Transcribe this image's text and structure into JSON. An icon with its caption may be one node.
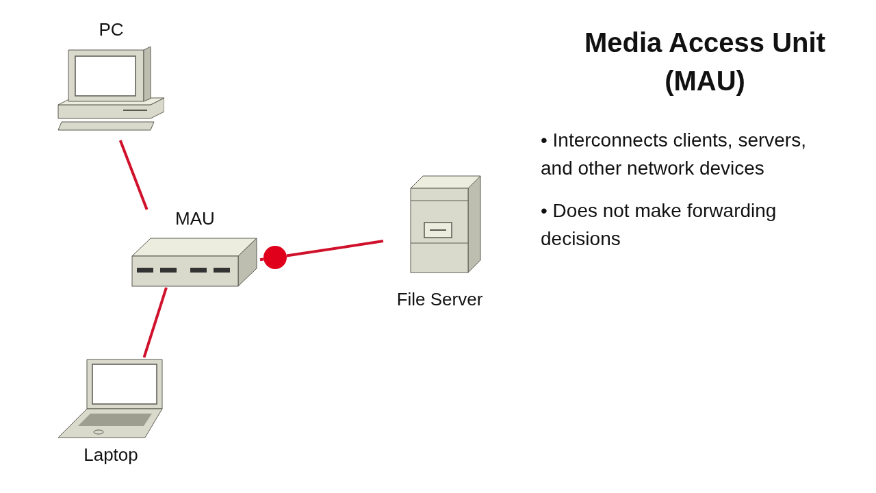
{
  "diagram": {
    "title": "Media Access Unit (MAU)",
    "nodes": [
      {
        "text": [
          "PC"
        ]
      },
      {
        "text": [
          "MAU"
        ]
      },
      {
        "text": [
          "File Server"
        ]
      },
      {
        "text": [
          "Laptop"
        ]
      },
      {
        "text": [],
        "shape": "circle"
      }
    ],
    "edges": [
      {
        "from": 0,
        "to": 1,
        "arrow": "none"
      },
      {
        "from": 1,
        "to": 3,
        "arrow": "none"
      },
      {
        "from": 1,
        "to": 4,
        "arrow": "none"
      },
      {
        "from": 4,
        "to": 2,
        "arrow": "none"
      }
    ],
    "labels": [
      "• Interconnects clients, servers, and other network devices",
      "• Does not make forwarding decisions"
    ]
  }
}
